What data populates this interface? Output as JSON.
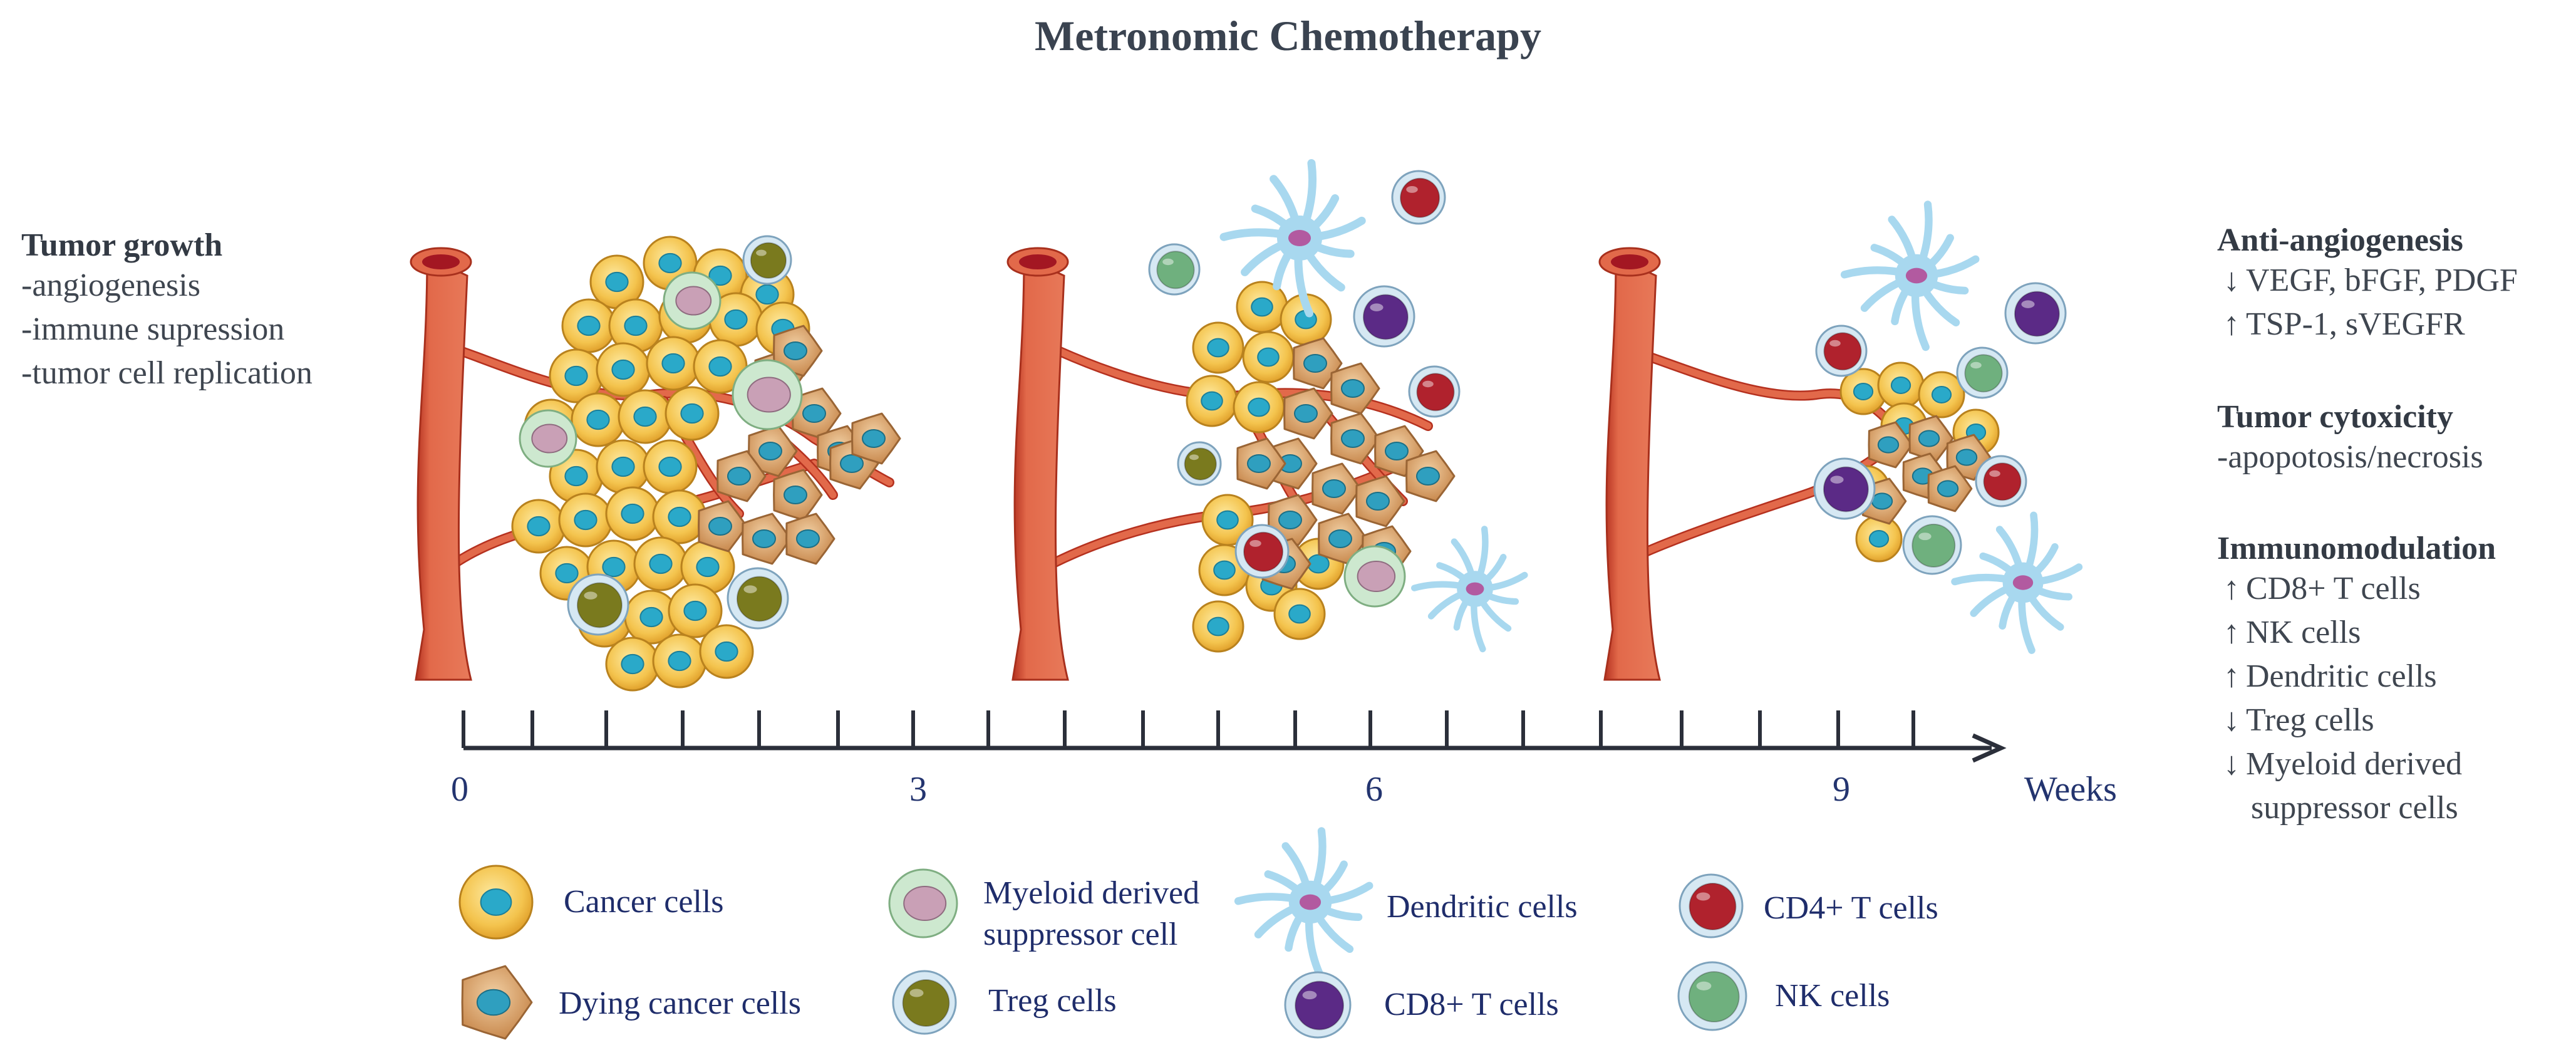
{
  "title": "Metronomic Chemotherapy",
  "left_panel": {
    "heading": "Tumor growth",
    "items": [
      "-angiogenesis",
      "-immune supression",
      "-tumor cell replication"
    ]
  },
  "timeline": {
    "tick_labels": [
      "0",
      "3",
      "6",
      "9"
    ],
    "unit_label": "Weeks"
  },
  "right_panel": {
    "anti_angiogenesis": {
      "heading": "Anti-angiogenesis",
      "items": [
        {
          "arrow": "down",
          "text": "VEGF, bFGF, PDGF"
        },
        {
          "arrow": "up",
          "text": "TSP-1, sVEGFR"
        }
      ]
    },
    "cytotoxicity": {
      "heading": "Tumor cytoxicity",
      "items": [
        "-apopotosis/necrosis"
      ]
    },
    "immunomodulation": {
      "heading": "Immunomodulation",
      "items": [
        {
          "arrow": "up",
          "text": "CD8+ T cells"
        },
        {
          "arrow": "up",
          "text": "NK cells"
        },
        {
          "arrow": "up",
          "text": "Dendritic cells"
        },
        {
          "arrow": "down",
          "text": "Treg  cells"
        },
        {
          "arrow": "down",
          "text": "Myeloid derived"
        }
      ],
      "continuation": "suppressor cells"
    }
  },
  "legend": {
    "cancer": "Cancer cells",
    "dying": "Dying cancer cells",
    "mdsc_line1": "Myeloid derived",
    "mdsc_line2": "suppressor cell",
    "treg": "Treg cells",
    "dendritic": "Dendritic cells",
    "cd8": "CD8+ T cells",
    "cd4": "CD4+ T cells",
    "nk": "NK cells"
  },
  "colors": {
    "vessel": "#e2694a",
    "vessel_dark": "#b5311f",
    "cancer": "#f4c44e",
    "cancer_nucleus": "#2aa9c9",
    "dying": "#d9a26a",
    "mdsc": "#c9a0b6",
    "treg": "#7a7a1e",
    "cd8": "#5b2a86",
    "cd4": "#b0222d",
    "nk": "#6fb07e",
    "dendritic": "#a8d8ef",
    "axis": "#2b2f3a",
    "label_blue": "#1f2d6b"
  }
}
